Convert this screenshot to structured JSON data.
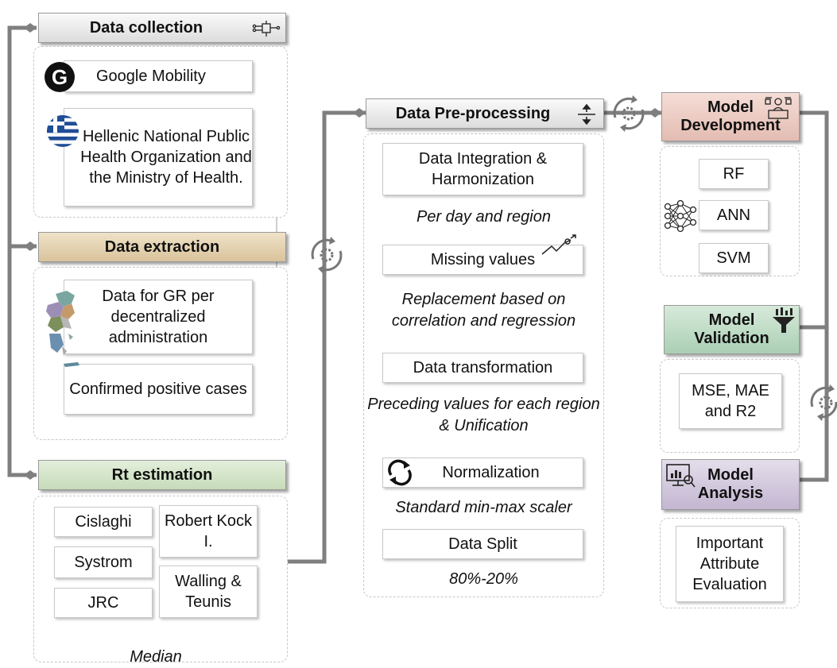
{
  "data_collection": {
    "title": "Data collection",
    "sources": {
      "google": "Google Mobility",
      "google_logo_letter": "G",
      "health": "Hellenic National Public Health Organization and the Ministry of Health."
    }
  },
  "data_extraction": {
    "title": "Data extraction",
    "items": [
      "Data for GR per decentralized administration",
      "Confirmed positive cases"
    ]
  },
  "rt_estimation": {
    "title": "Rt estimation",
    "methods": [
      "Cislaghi",
      "Robert Kock I.",
      "Systrom",
      "Walling & Teunis",
      "JRC"
    ],
    "aggregation": "Median"
  },
  "preprocessing": {
    "title": "Data Pre-processing",
    "steps": [
      {
        "label": "Data Integration & Harmonization",
        "note": "Per day and region"
      },
      {
        "label": "Missing values",
        "note": "Replacement based on correlation and regression"
      },
      {
        "label": "Data transformation",
        "note": "Preceding values for each region & Unification"
      },
      {
        "label": "Normalization",
        "note": "Standard min-max scaler"
      },
      {
        "label": "Data Split",
        "note": "80%-20%"
      }
    ]
  },
  "model_development": {
    "title_line1": "Model",
    "title_line2": "Development",
    "models": [
      "RF",
      "ANN",
      "SVM"
    ]
  },
  "model_validation": {
    "title_line1": "Model",
    "title_line2": "Validation",
    "metrics": "MSE, MAE and R2"
  },
  "model_analysis": {
    "title_line1": "Model",
    "title_line2": "Analysis",
    "item": "Important Attribute Evaluation"
  },
  "colors": {
    "connector": "#7f7f7f",
    "google_logo": "#111111",
    "flag_blue": "#1f4e96"
  },
  "icons": [
    "circuit-icon",
    "google-logo-icon",
    "greek-flag-icon",
    "greece-map-icon",
    "gear-cycle-icon",
    "resize-arrows-icon",
    "engineer-icon",
    "neural-network-icon",
    "funnel-icon",
    "monitor-chart-icon",
    "refresh-icon",
    "trend-arrow-icon"
  ]
}
